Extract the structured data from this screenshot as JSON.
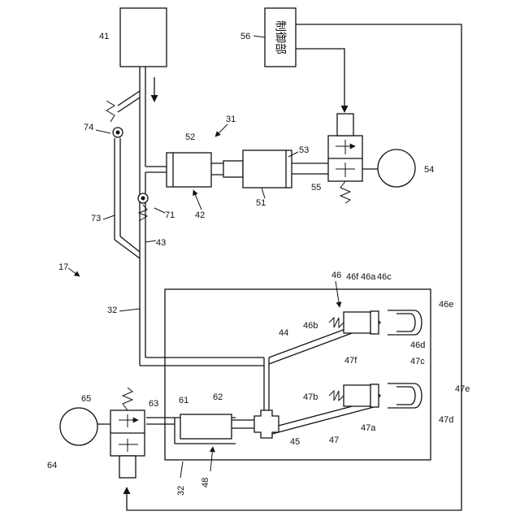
{
  "diagram": {
    "reference_numerals": {
      "n17": "17",
      "n31": "31",
      "n32a": "32",
      "n32b": "32",
      "n41": "41",
      "n42": "42",
      "n43": "43",
      "n44": "44",
      "n45": "45",
      "n46": "46",
      "n46a": "46a",
      "n46b": "46b",
      "n46c": "46c",
      "n46d": "46d",
      "n46e": "46e",
      "n46f": "46f",
      "n47": "47",
      "n47a": "47a",
      "n47b": "47b",
      "n47c": "47c",
      "n47d": "47d",
      "n47e": "47e",
      "n47f": "47f",
      "n48": "48",
      "n51": "51",
      "n52": "52",
      "n53": "53",
      "n54": "54",
      "n55": "55",
      "n56": "56",
      "n61": "61",
      "n62": "62",
      "n63": "63",
      "n64": "64",
      "n65": "65",
      "n71": "71",
      "n73": "73",
      "n74": "74"
    },
    "controller_label": "制御部"
  }
}
